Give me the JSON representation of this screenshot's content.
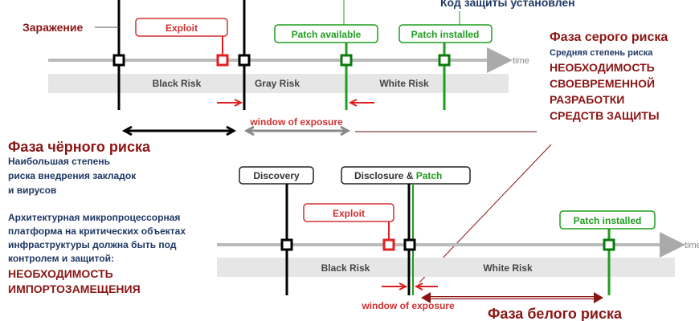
{
  "top_diagram": {
    "caption_cut": "Код защиты установлен",
    "infection_label": "Заражение",
    "exploit": "Exploit",
    "patch_available": "Patch available",
    "patch_installed": "Patch installed",
    "time": "time",
    "bands": [
      "Black Risk",
      "Gray Risk",
      "White Risk"
    ],
    "window": "window of exposure"
  },
  "gray_phase": {
    "title": "Фаза серого риска",
    "subtitle": "Средняя степень риска",
    "lines": [
      "НЕОБХОДИМОСТЬ",
      "СВОЕВРЕМЕННОЙ",
      "РАЗРАБОТКИ",
      "СРЕДСТВ ЗАЩИТЫ"
    ]
  },
  "black_phase": {
    "title": "Фаза чёрного риска",
    "desc": [
      "Наибольшая степень",
      "риска внедрения закладок",
      "и вирусов"
    ],
    "para": [
      "Архитектурная микропроцессорная",
      "платформа на критических объектах",
      "инфраструктуры должна быть под",
      "контролем и защитой:"
    ],
    "emph": [
      "НЕОБХОДИМОСТЬ",
      "ИМПОРТОЗАМЕЩЕНИЯ"
    ]
  },
  "bottom_diagram": {
    "discovery": "Discovery",
    "disclosure": "Disclosure &",
    "patch": "Patch",
    "exploit": "Exploit",
    "patch_installed": "Patch installed",
    "time": "time",
    "bands": [
      "Black Risk",
      "White Risk"
    ],
    "window": "window of exposure"
  },
  "white_phase": {
    "title": "Фаза белого риска"
  },
  "colors": {
    "dark_red": "#8b1414",
    "navy": "#1f3864",
    "green": "#1e9e1e",
    "red": "#e02020"
  }
}
